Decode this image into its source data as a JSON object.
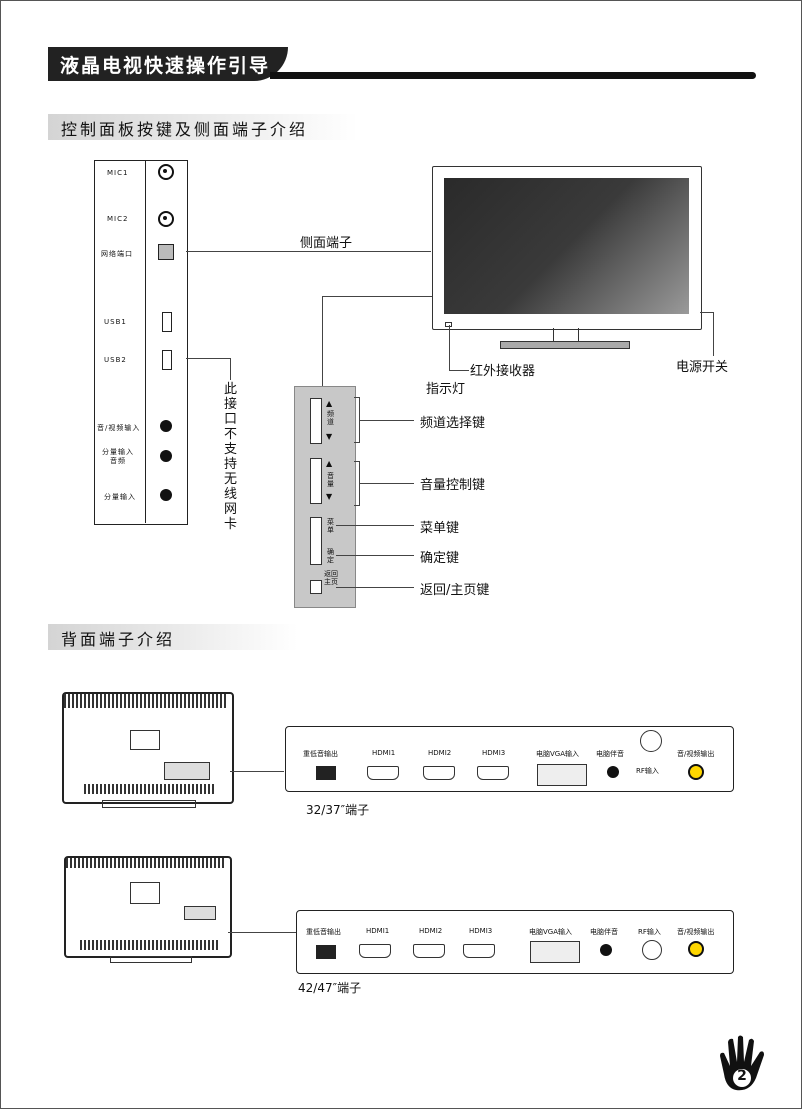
{
  "header": {
    "title": "液晶电视快速操作引导"
  },
  "sections": {
    "control_panel": "控制面板按键及侧面端子介绍",
    "rear": "背面端子介绍"
  },
  "side_panel": {
    "mic1": "MIC1",
    "mic2": "MIC2",
    "network": "网络端口",
    "usb1": "USB1",
    "usb2": "USB2",
    "av_in": "音/视频输入",
    "component_audio": "分量输入\n音频",
    "component_in": "分量输入"
  },
  "annotations": {
    "side_terminals": "侧面端子",
    "no_wireless": "此接口不支持无线网卡",
    "ir_receiver": "红外接收器",
    "indicator": "指示灯",
    "power_switch": "电源开关",
    "channel_key": "频道选择键",
    "volume_key": "音量控制键",
    "menu_key": "菜单键",
    "ok_key": "确定键",
    "back_key": "返回/主页键"
  },
  "button_panel": {
    "channel": "频道",
    "volume": "音量",
    "menu": "菜单",
    "ok": "确定",
    "back": "返回主页"
  },
  "rear32": {
    "sub_out": "重低音输出",
    "hdmi1": "HDMI1",
    "hdmi2": "HDMI2",
    "hdmi3": "HDMI3",
    "vga": "电脑VGA输入",
    "pc_audio": "电脑伴音",
    "rf": "RF输入",
    "av_out": "音/视频输出",
    "caption": "32/37″端子"
  },
  "rear42": {
    "sub_out": "重低音输出",
    "hdmi1": "HDMI1",
    "hdmi2": "HDMI2",
    "hdmi3": "HDMI3",
    "vga": "电脑VGA输入",
    "pc_audio": "电脑伴音",
    "rf": "RF输入",
    "av_out": "音/视频输出",
    "caption": "42/47″端子"
  },
  "page": {
    "number": "2"
  }
}
